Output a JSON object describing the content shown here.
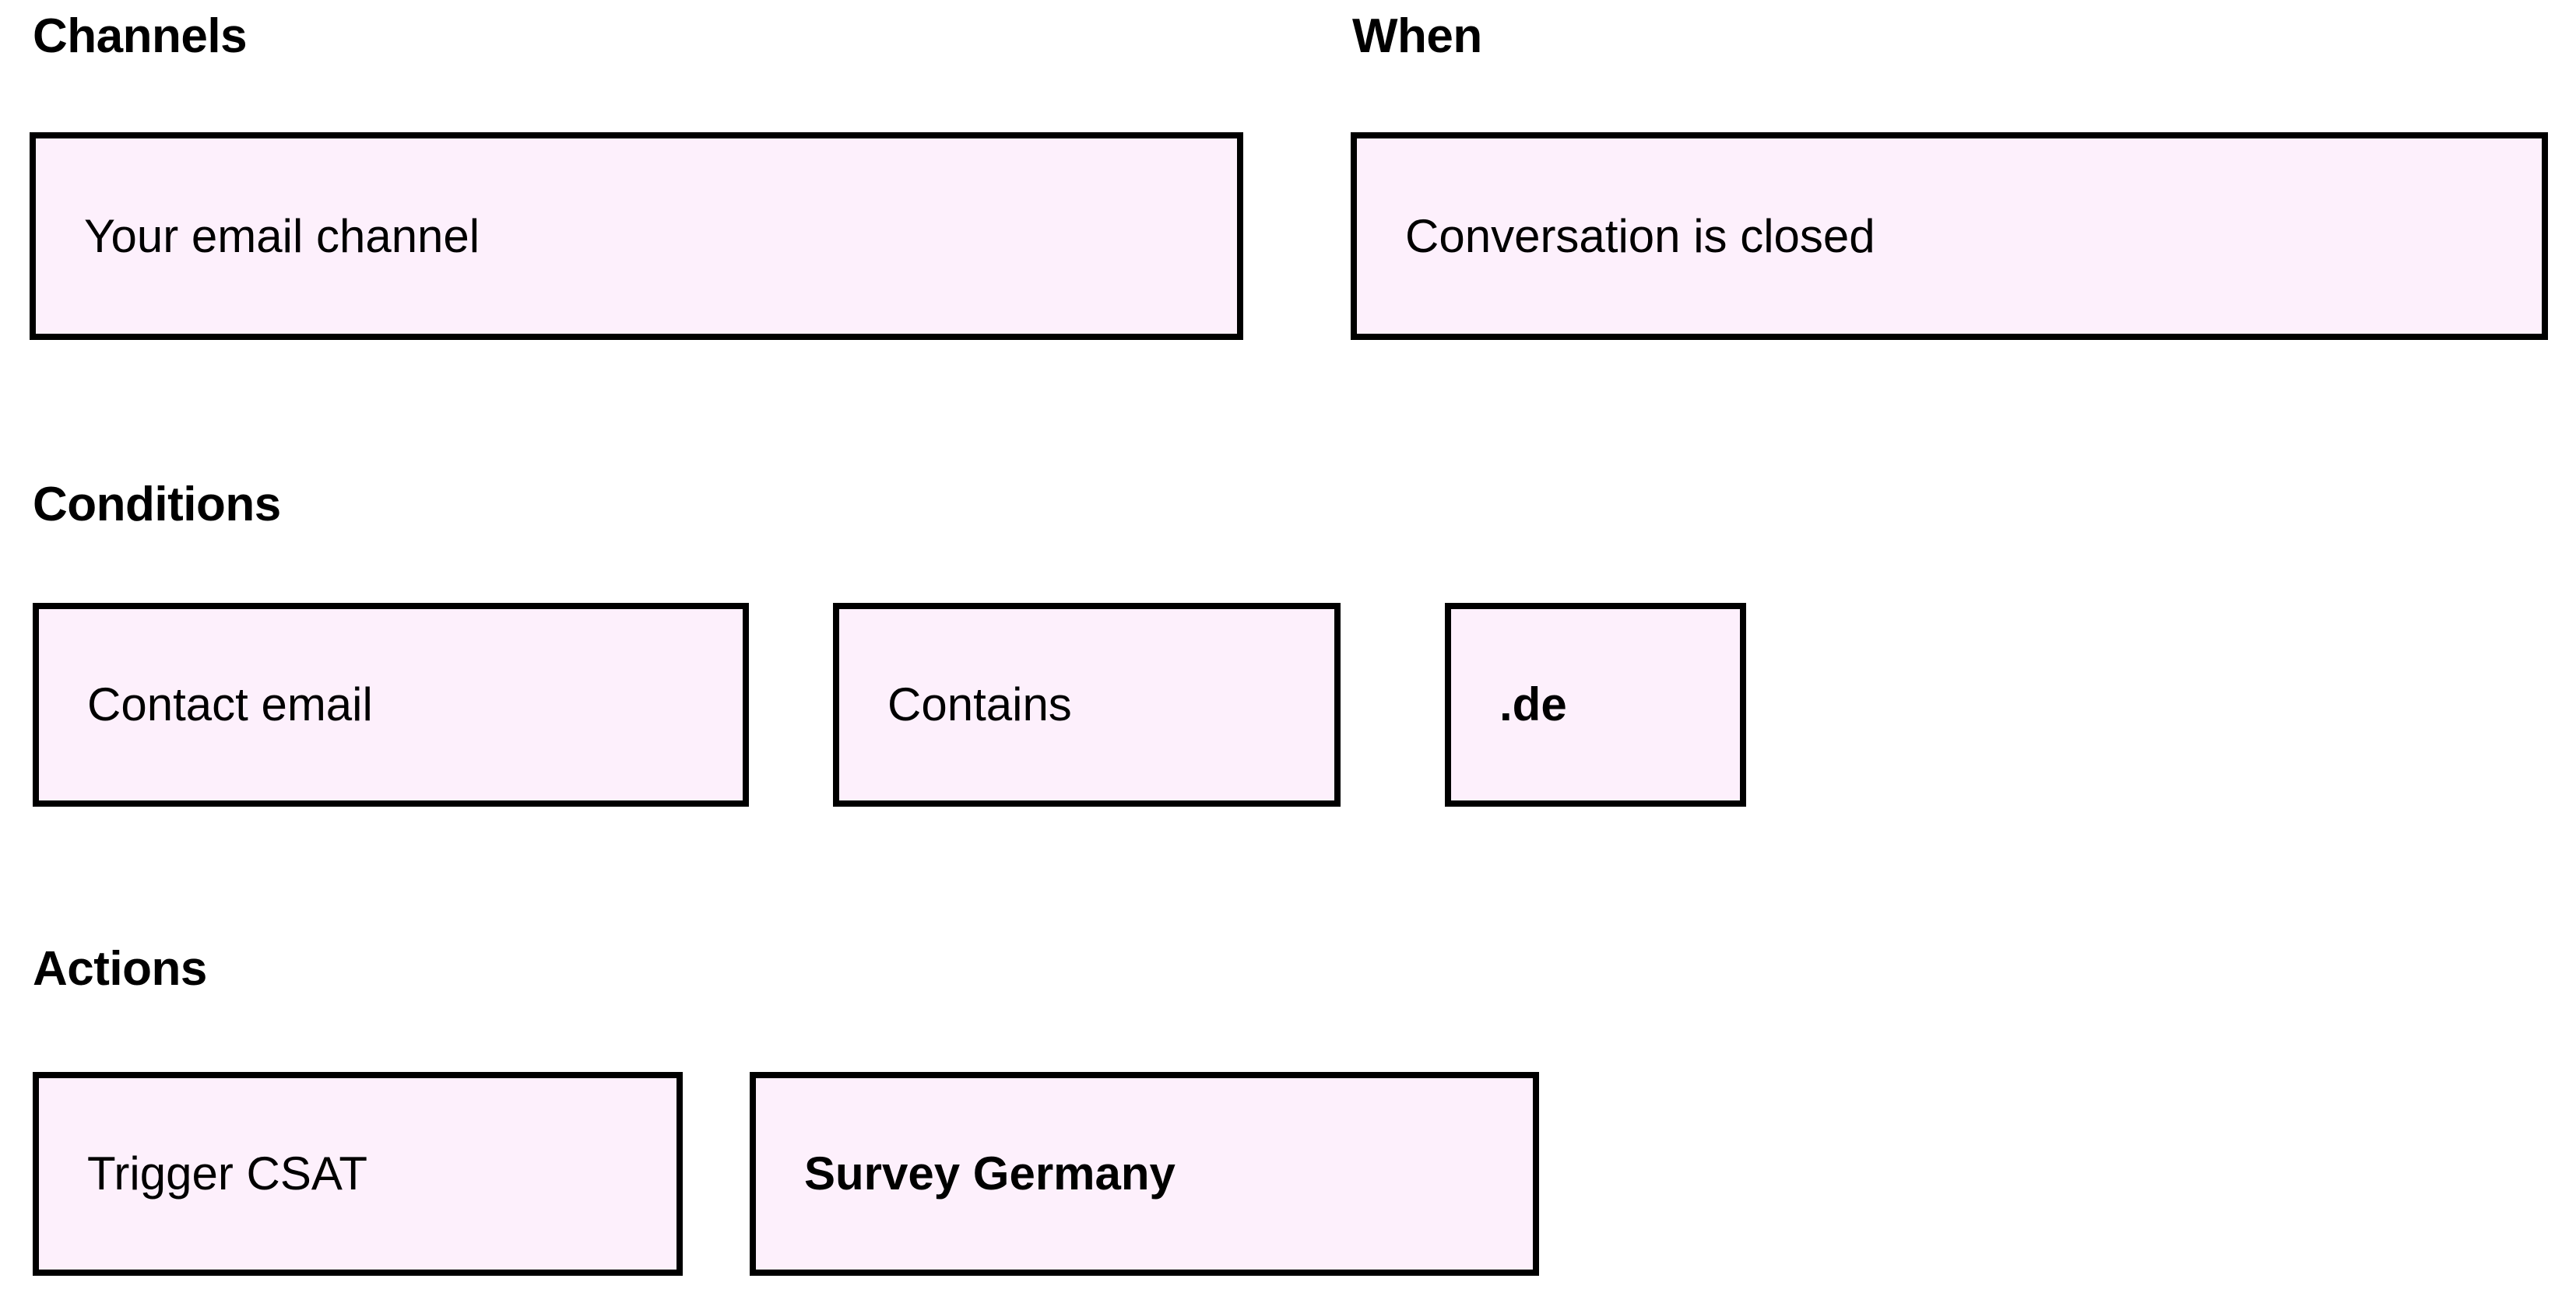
{
  "theme": {
    "chip_fill": "#fdf0fc",
    "chip_border": "#000000",
    "text_color": "#000000",
    "background": "#ffffff"
  },
  "sections": {
    "channels": {
      "heading": "Channels",
      "chips": [
        {
          "label": "Your email channel",
          "emphasis": "normal"
        }
      ]
    },
    "when": {
      "heading": "When",
      "chips": [
        {
          "label": "Conversation is closed",
          "emphasis": "normal"
        }
      ]
    },
    "conditions": {
      "heading": "Conditions",
      "chips": [
        {
          "label": "Contact email",
          "emphasis": "normal"
        },
        {
          "label": "Contains",
          "emphasis": "normal"
        },
        {
          "label": ".de",
          "emphasis": "bold"
        }
      ]
    },
    "actions": {
      "heading": "Actions",
      "chips": [
        {
          "label": "Trigger CSAT",
          "emphasis": "normal"
        },
        {
          "label": "Survey Germany",
          "emphasis": "bold"
        }
      ]
    }
  }
}
